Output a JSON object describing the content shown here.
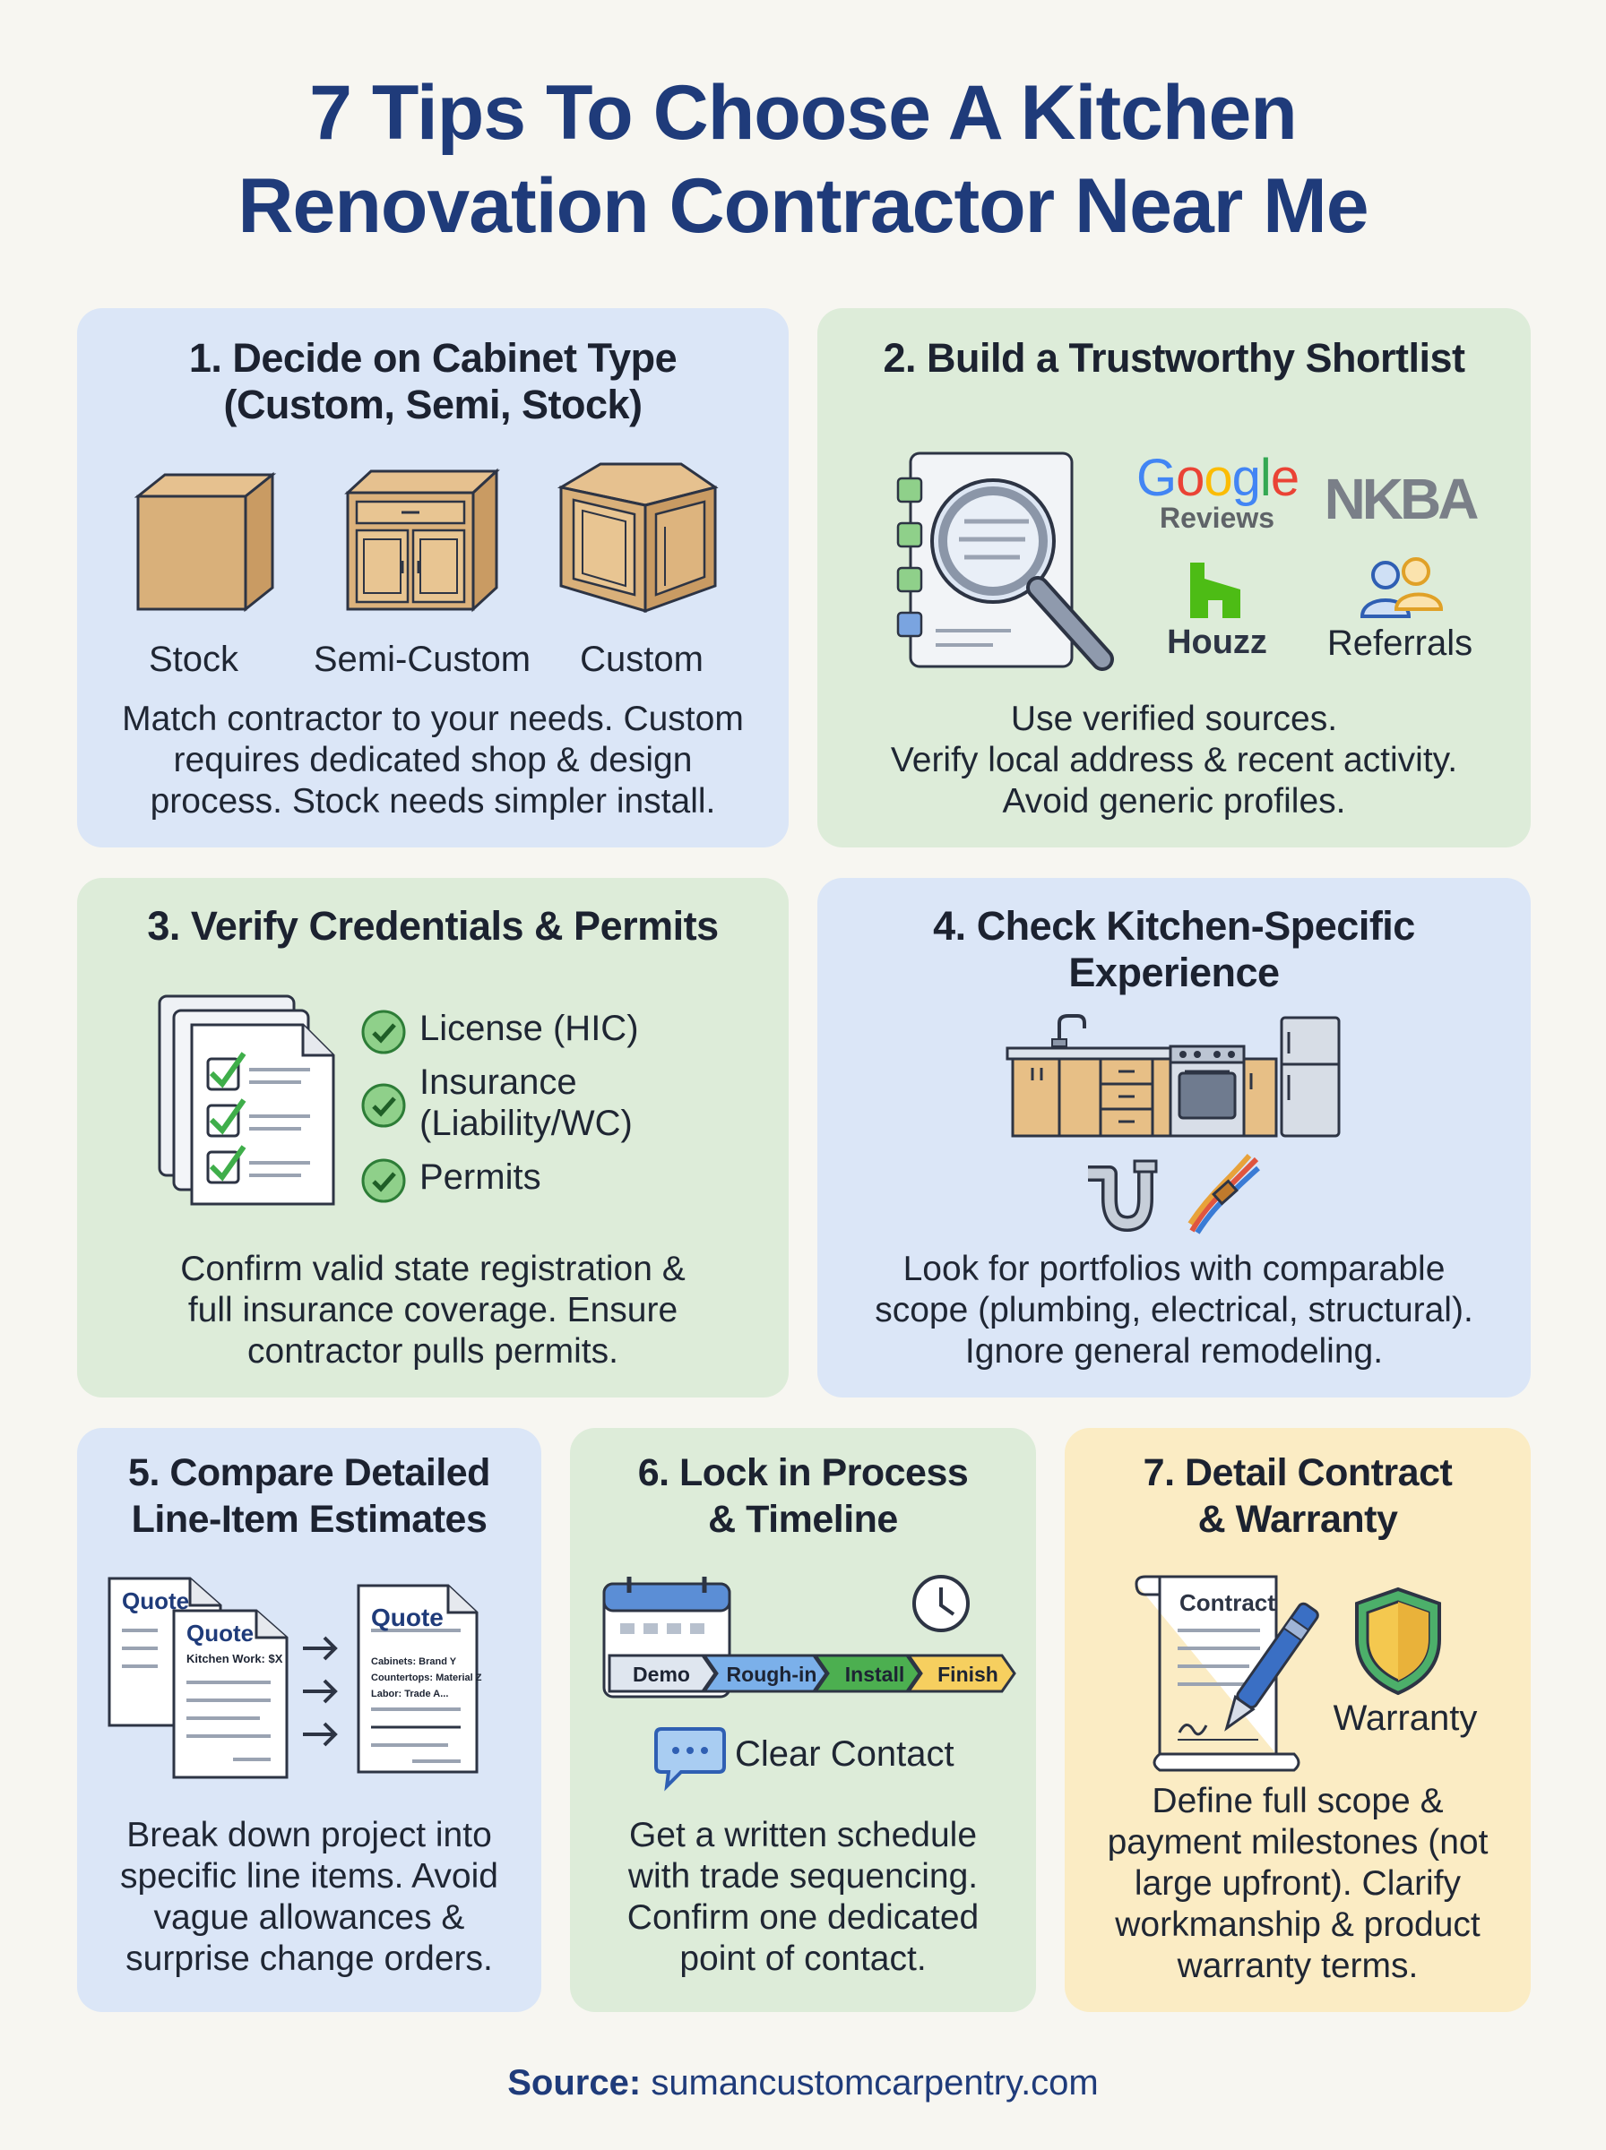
{
  "title": {
    "line1": "7 Tips To Choose A Kitchen",
    "line2": "Renovation Contractor Near Me"
  },
  "tips": [
    {
      "title1": "1. Decide on Cabinet Type",
      "title2": "(Custom, Semi, Stock)",
      "labels": [
        "Stock",
        "Semi-Custom",
        "Custom"
      ],
      "desc": [
        "Match contractor to your needs. Custom",
        "requires dedicated shop & design",
        "process. Stock needs simpler install."
      ],
      "color": "#dbe6f7"
    },
    {
      "title1": "2. Build a Trustworthy Shortlist",
      "logos": {
        "google": "Google",
        "google_sub": "Reviews",
        "nkba": "NKBA",
        "houzz": "Houzz",
        "referrals": "Referrals"
      },
      "desc": [
        "Use verified sources.",
        "Verify local address & recent activity.",
        "Avoid generic profiles."
      ],
      "color": "#ddecd9"
    },
    {
      "title1": "3. Verify Credentials & Permits",
      "checks": [
        "License (HIC)",
        "Insurance",
        "(Liability/WC)",
        "Permits"
      ],
      "desc": [
        "Confirm valid state registration &",
        "full insurance coverage. Ensure",
        "contractor pulls permits."
      ],
      "color": "#ddecd9"
    },
    {
      "title1": "4. Check Kitchen-Specific",
      "title2": "Experience",
      "desc": [
        "Look for portfolios with comparable",
        "scope (plumbing, electrical, structural).",
        "Ignore general remodeling."
      ],
      "color": "#dbe6f7"
    },
    {
      "title1": "5. Compare Detailed",
      "title2": "Line-Item Estimates",
      "quotes": {
        "q1": "Quote",
        "q2": "Quote",
        "q2_line": "Kitchen Work: $X",
        "q3": "Quote",
        "q3_lines": [
          "Cabinets: Brand Y",
          "Countertops: Material Z",
          "Labor: Trade A..."
        ]
      },
      "desc": [
        "Break down project into",
        "specific line items. Avoid",
        "vague allowances &",
        "surprise change orders."
      ],
      "color": "#dbe6f7"
    },
    {
      "title1": "6. Lock in Process",
      "title2": "& Timeline",
      "steps": [
        "Demo",
        "Rough-in",
        "Install",
        "Finish"
      ],
      "contact": "Clear Contact",
      "desc": [
        "Get a written schedule",
        "with trade sequencing.",
        "Confirm one dedicated",
        "point of contact."
      ],
      "color": "#ddecd9"
    },
    {
      "title1": "7. Detail Contract",
      "title2": "& Warranty",
      "contract": "Contract",
      "warranty": "Warranty",
      "desc": [
        "Define full scope &",
        "payment milestones (not",
        "large upfront). Clarify",
        "workmanship & product",
        "warranty terms."
      ],
      "color": "#fbecc4"
    }
  ],
  "source": {
    "label": "Source:",
    "url": "sumancustomcarpentry.com"
  }
}
